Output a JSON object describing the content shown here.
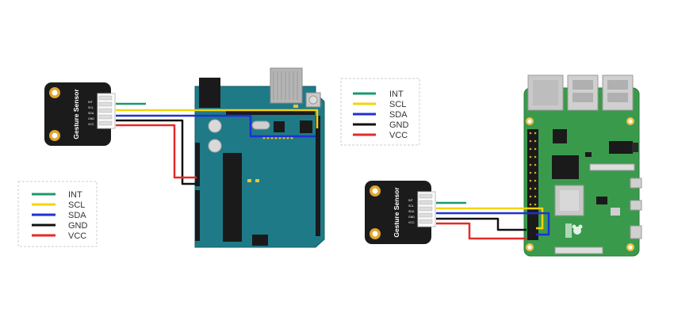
{
  "legend": {
    "items": [
      {
        "label": "INT",
        "color": "#1a9a6c"
      },
      {
        "label": "SCL",
        "color": "#f5d30a"
      },
      {
        "label": "SDA",
        "color": "#1f2fd6"
      },
      {
        "label": "GND",
        "color": "#111111"
      },
      {
        "label": "VCC",
        "color": "#e52a2a"
      }
    ]
  },
  "sensor": {
    "title": "Gesture Sensor",
    "pins": [
      "INT",
      "SCL",
      "SDA",
      "GND",
      "VCC"
    ]
  },
  "colors": {
    "board_teal": "#1f7a88",
    "pi_green": "#3a9a4c",
    "sensor_black": "#1b1b1b",
    "mount_gold": "#e0a52c"
  },
  "icons": {
    "pi_logo": "raspberry-icon",
    "mounting_holes": "mount-hole-icon"
  }
}
